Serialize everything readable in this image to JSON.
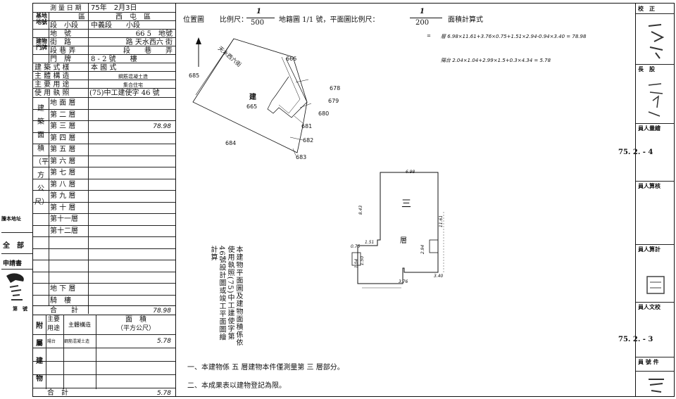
{
  "left_margin": {
    "office_label": "謄本地址",
    "whole_label": "全　部",
    "applicant_label": "申請書",
    "stamp_label": "第　號"
  },
  "left_table": {
    "survey_date_label": "測 量 日 期",
    "survey_date_value": "75年　2月3日",
    "district_group_label": "基地地號",
    "district_label": "區",
    "district_value": "西　屯　區",
    "section_label": "段　小段",
    "section_value": "中義段　　小段",
    "lot_label": "地　號",
    "lot_value": "66 5　地號",
    "building_group_label": "建物門牌",
    "street_label": "街　路",
    "street_value": "路 天水西六 街",
    "lane_label": "段 巷 弄",
    "lane_value": "段　　巷　　弄",
    "door_label": "門　牌",
    "door_value": "8 - 2 號　　樓",
    "style_label": "建 築 式 樣",
    "style_value": "本 國 式",
    "structure_label": "主 體 構 造",
    "structure_value": "鋼筋混凝土造",
    "use_label": "主 要 用 途",
    "use_value": "集合住宅",
    "permit_label": "使 用 執 照",
    "permit_value": "(75)中工建使字 46 號",
    "area_vertical_label": "建築面積（平方公尺）",
    "floors": [
      {
        "name": "地 面 層",
        "value": ""
      },
      {
        "name": "第 二 層",
        "value": ""
      },
      {
        "name": "第 三 層",
        "value": "78.98"
      },
      {
        "name": "第 四 層",
        "value": ""
      },
      {
        "name": "第 五 層",
        "value": ""
      },
      {
        "name": "第 六 層",
        "value": ""
      },
      {
        "name": "第 七 層",
        "value": ""
      },
      {
        "name": "第 八 層",
        "value": ""
      },
      {
        "name": "第 九 層",
        "value": ""
      },
      {
        "name": "第 十 層",
        "value": ""
      },
      {
        "name": "第十一層",
        "value": ""
      },
      {
        "name": "第十二層",
        "value": ""
      },
      {
        "name": "",
        "value": ""
      },
      {
        "name": "",
        "value": ""
      },
      {
        "name": "",
        "value": ""
      },
      {
        "name": "",
        "value": ""
      },
      {
        "name": "地 下 層",
        "value": ""
      },
      {
        "name": "騎　樓",
        "value": ""
      }
    ],
    "total_label": "合　　計",
    "total_value": "78.98",
    "attached_label": "附屬建物",
    "main_use_label": "主要用途",
    "attached_struct_label": "主體構造",
    "attached_area_label": "面　積",
    "attached_area_unit": "（平方公尺）",
    "attached_rows": [
      {
        "use": "陽台",
        "structure": "鋼筋混凝土造",
        "area": "5.78"
      },
      {
        "use": "",
        "structure": "",
        "area": ""
      },
      {
        "use": "",
        "structure": "",
        "area": ""
      },
      {
        "use": "",
        "structure": "",
        "area": ""
      }
    ],
    "attached_total_label": "合　計",
    "attached_total_value": "5.78"
  },
  "main": {
    "location_label": "位置圖",
    "scale_label": "比例尺：",
    "scale1_num": "1",
    "scale1_den": "500",
    "cadastral_label": "地籍圖 1/1 號，平面圖比例尺：",
    "scale2_num": "1",
    "scale2_den": "200",
    "area_calc_label": "面積計算式",
    "calc_line1": "層 6.98×11.61+3.76×0.75+1.51×2.94-0.94×3.40 = 78.98",
    "calc_line2": "陽台 2.04×1.04+2.99×1.5+0.3×4.34 = 5.78",
    "dash_marker": "=",
    "parcels": [
      "666",
      "665",
      "684",
      "685",
      "678",
      "679",
      "680",
      "681",
      "682",
      "683"
    ],
    "road_label": "天水西六街",
    "building_label": "建",
    "floor_plan_title": "三",
    "floor_plan_sub": "層",
    "floor_dims": [
      "6.98",
      "8.43",
      "11.61",
      "3.76",
      "2.94",
      "1.51",
      "0.75",
      "3.40",
      "1.04",
      "1.50"
    ],
    "vertical_note": "本建物平面圖及建物面積係依使用執照(75)中工建使字第46號設計圖或竣工平面圖繪計算",
    "note1": "一、本建物係 五 層建物本件僅測量第 三 層部分。",
    "note2": "二、本成果表以建物登記為限。"
  },
  "right_col": {
    "top_label": "校　正",
    "label_2": "長　股",
    "label_3": "員人量繪",
    "date_1": "75. 2. - 4",
    "label_4": "員人算核",
    "label_5": "員人算計",
    "label_6": "員人文校",
    "date_2": "75. 2. - 3",
    "label_7": "員 號 件"
  }
}
